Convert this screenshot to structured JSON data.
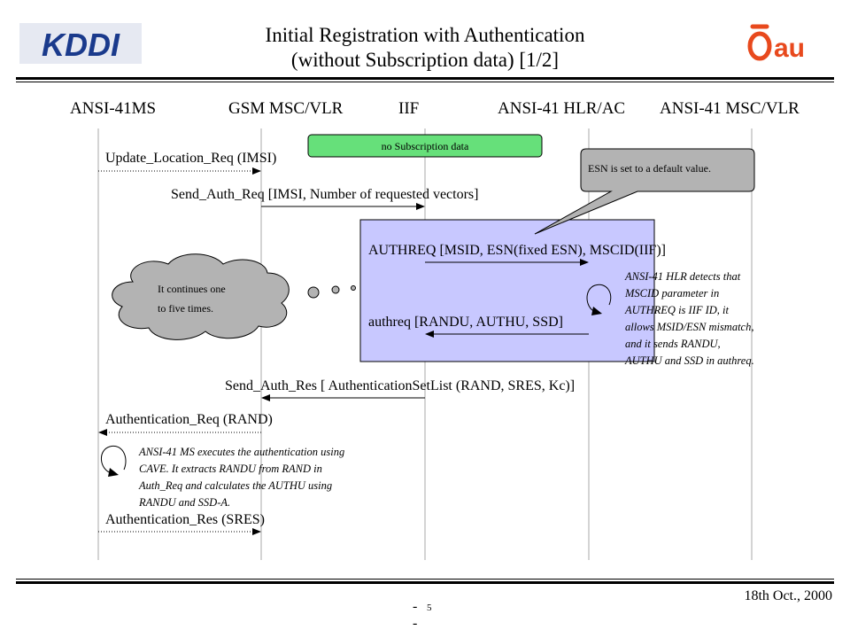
{
  "header": {
    "title_line1": "Initial Registration with Authentication",
    "title_line2": "(without Subscription data) [1/2]",
    "logo_left_text": "KDDI",
    "logo_right_text": "au",
    "logo_left_color": "#1a3a8c",
    "logo_right_color": "#e8491d"
  },
  "entities": [
    "ANSI-41MS",
    "GSM MSC/VLR",
    "IIF",
    "ANSI-41 HLR/AC",
    "ANSI-41 MSC/VLR"
  ],
  "messages": {
    "update_location_req": "Update_Location_Req (IMSI)",
    "send_auth_req": "Send_Auth_Req [IMSI, Number of requested vectors]",
    "authreq": "AUTHREQ [MSID, ESN(fixed ESN), MSCID(IIF)]",
    "authreq_resp": "authreq [RANDU, AUTHU, SSD]",
    "send_auth_res": "Send_Auth_Res [ AuthenticationSetList (RAND, SRES, Kc)]",
    "authentication_req": "Authentication_Req (RAND)",
    "authentication_res": "Authentication_Res (SRES)"
  },
  "annotations": {
    "no_subscription": "no Subscription data",
    "esn_default": "ESN is set to a default value.",
    "cloud_line1": "It continues one",
    "cloud_line2": "to five times.",
    "hlr_note": [
      "ANSI-41 HLR detects that",
      "MSCID parameter in",
      "AUTHREQ is IIF ID,  it",
      "allows MSID/ESN mismatch,",
      "and it sends RANDU,",
      "AUTHU and SSD in authreq."
    ],
    "ms_note": [
      "ANSI-41 MS executes the authentication using",
      "CAVE. It extracts RANDU from RAND in",
      "Auth_Req and calculates the AUTHU using",
      "RANDU and SSD-A."
    ]
  },
  "colors": {
    "no_subscription_fill": "#66e07a",
    "callout_fill": "#b3b3b3",
    "cloud_fill": "#b3b3b3",
    "loop_box_fill": "#c8c8ff"
  },
  "footer": {
    "date": "18th Oct., 2000",
    "page_number": "5",
    "dash": "-"
  }
}
